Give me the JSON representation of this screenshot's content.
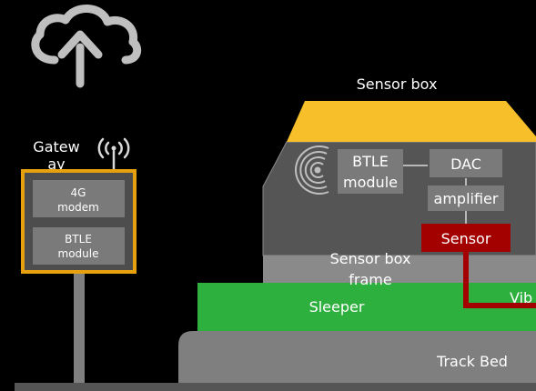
{
  "gateway": {
    "label_line1": "Gatew",
    "label_line2": "ay"
  },
  "gateway_modules": {
    "modem_line1": "4G",
    "modem_line2": "modem",
    "btle_line1": "BTLE",
    "btle_line2": "module"
  },
  "sensor_box": {
    "title": "Sensor box",
    "btle_line1": "BTLE",
    "btle_line2": "module",
    "dac": "DAC",
    "amplifier": "amplifier",
    "sensor": "Sensor",
    "frame_line1": "Sensor box",
    "frame_line2": "frame"
  },
  "track": {
    "sleeper": "Sleeper",
    "vib_label": "Vib",
    "track_bed": "Track Bed"
  },
  "colors": {
    "background": "#000000",
    "accent_yellow": "#f7c02a",
    "gateway_border": "#e8a10e",
    "box_gray": "#555555",
    "module_gray": "#6e6e6e",
    "frame_gray": "#8a8a8a",
    "sleeper_green": "#2db03e",
    "sensor_red": "#a30000",
    "trackbed_gray": "#7f7f7f"
  },
  "icons": [
    "cloud-upload-icon",
    "antenna-icon",
    "wireless-signal-icon"
  ]
}
